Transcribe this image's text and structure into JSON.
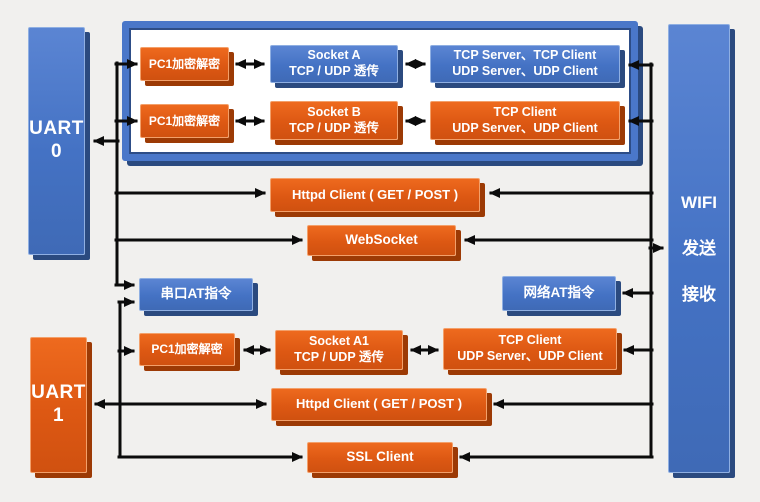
{
  "title": "UART-WIFI data flow diagram",
  "colors": {
    "blue": "#4472c4",
    "blue_shadow": "#2b4a7f",
    "orange": "#dd5813",
    "orange_shadow": "#9c3a05",
    "background": "#f1f0ee",
    "group_panel": "#ffffff",
    "connector_line": "#0b0b0b",
    "text": "#ffffff"
  },
  "nodes": {
    "uart0": {
      "line1": "UART",
      "line2": "0"
    },
    "uart1": {
      "line1": "UART",
      "line2": "1"
    },
    "wifi": {
      "line1": "WIFI",
      "line2": "发送",
      "line3": "接收"
    },
    "pc1_row1": {
      "label": "PC1加密解密"
    },
    "socket_a": {
      "line1": "Socket A",
      "line2": "TCP / UDP 透传"
    },
    "endpoint_row1": {
      "line1": "TCP Server、TCP Client",
      "line2": "UDP Server、UDP Client"
    },
    "pc1_row2": {
      "label": "PC1加密解密"
    },
    "socket_b": {
      "line1": "Socket B",
      "line2": "TCP / UDP 透传"
    },
    "endpoint_row2": {
      "line1": "TCP Client",
      "line2": "UDP Server、UDP Client"
    },
    "httpd_client_1": {
      "label": "Httpd Client ( GET / POST )"
    },
    "websocket": {
      "label": "WebSocket"
    },
    "serial_at": {
      "label": "串口AT指令"
    },
    "network_at": {
      "label": "网络AT指令"
    },
    "pc1_row3": {
      "label": "PC1加密解密"
    },
    "socket_a1": {
      "line1": "Socket A1",
      "line2": "TCP / UDP 透传"
    },
    "endpoint_row3": {
      "line1": "TCP Client",
      "line2": "UDP Server、UDP Client"
    },
    "httpd_client_2": {
      "label": "Httpd Client ( GET / POST )"
    },
    "ssl_client": {
      "label": "SSL Client"
    }
  }
}
